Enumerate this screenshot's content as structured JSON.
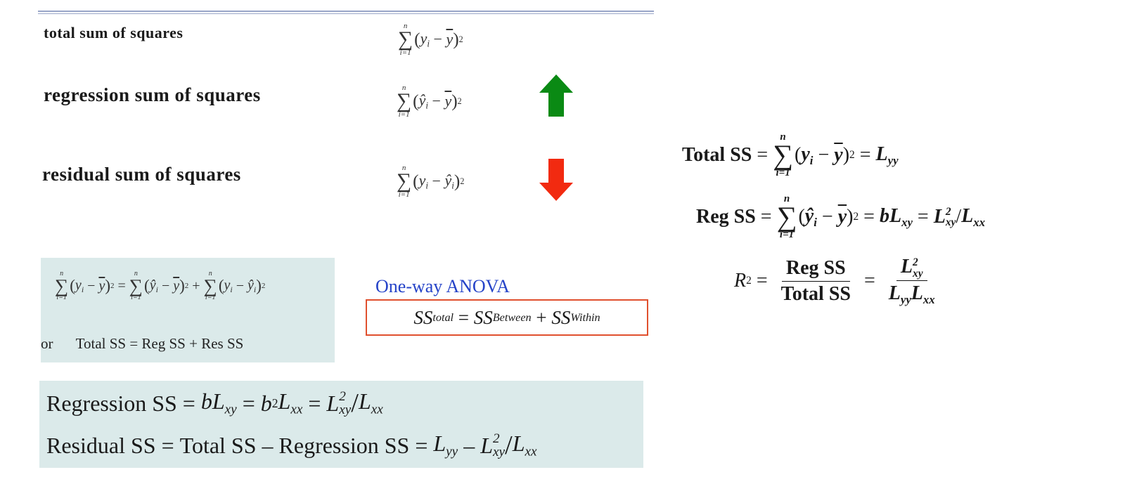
{
  "terms": [
    {
      "label": "total sum of squares"
    },
    {
      "label": "regression sum of squares",
      "arrow": "up-arrow-icon",
      "arrow_color": "#0a8a14"
    },
    {
      "label": "residual sum of squares",
      "arrow": "down-arrow-icon",
      "arrow_color": "#f22a10"
    }
  ],
  "sum_limits": {
    "upper": "n",
    "lower": "i=1"
  },
  "identity_box": {
    "or_text": "or",
    "text": "Total SS = Reg SS + Res SS",
    "bg_color": "#dbeaea"
  },
  "anova": {
    "title": "One-way ANOVA",
    "title_color": "#2543c8",
    "border_color": "#e0502e"
  },
  "bottom_box": {
    "line1_label": "Regression SS",
    "line2_label": "Residual SS",
    "line2_mid_a": "Total SS",
    "line2_mid_b": "Regression SS"
  },
  "right_panel": {
    "total_label": "Total SS",
    "reg_label": "Reg SS",
    "frac_num": "Reg SS",
    "frac_den": "Total SS"
  }
}
